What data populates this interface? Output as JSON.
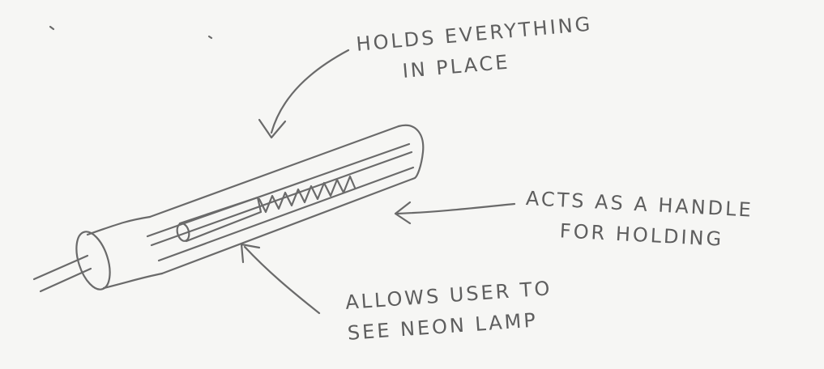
{
  "annotations": {
    "structure": {
      "line1": "HOLDS EVERYTHING",
      "line2": "IN PLACE"
    },
    "handle": {
      "line1": "ACTS AS A HANDLE",
      "line2": "FOR HOLDING"
    },
    "window": {
      "line1": "ALLOWS USER TO",
      "line2": "SEE NEON LAMP"
    }
  },
  "colors": {
    "paper": "#f6f6f4",
    "pencil": "#6a6a6a"
  }
}
